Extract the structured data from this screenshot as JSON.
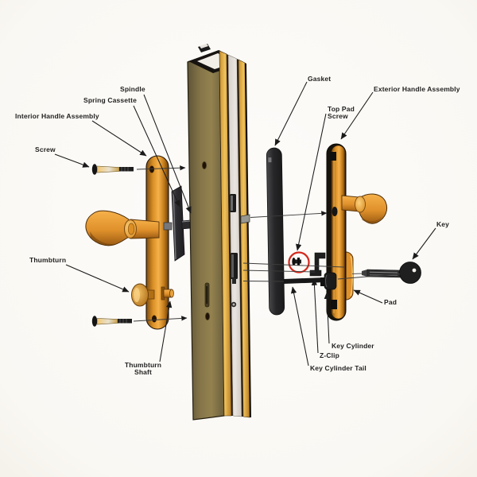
{
  "labels": {
    "spindle": "Spindle",
    "spring_cassette": "Spring Cassette",
    "interior_handle_assembly": "Interior Handle Assembly",
    "screw": "Screw",
    "thumbturn": "Thumbturn",
    "thumbturn_shaft": "Thumbturn Shaft",
    "gasket": "Gasket",
    "top_pad_screw": "Top Pad Screw",
    "exterior_handle_assembly": "Exterior Handle Assembly",
    "key": "Key",
    "pad": "Pad",
    "key_cylinder": "Key Cylinder",
    "z_clip": "Z-Clip",
    "key_cylinder_tail": "Key Cylinder Tail"
  },
  "colors": {
    "brass": "#E8932C",
    "brass_light": "#F8C468",
    "brass_dark": "#9C5C13",
    "door_olive": "#83744A",
    "faceplate_cream": "#DDD7D0",
    "dark_metal": "#242424",
    "highlight_circle_red": "#D3281C",
    "label_text": "#1F1F1F",
    "background": "#FBFAF6"
  }
}
